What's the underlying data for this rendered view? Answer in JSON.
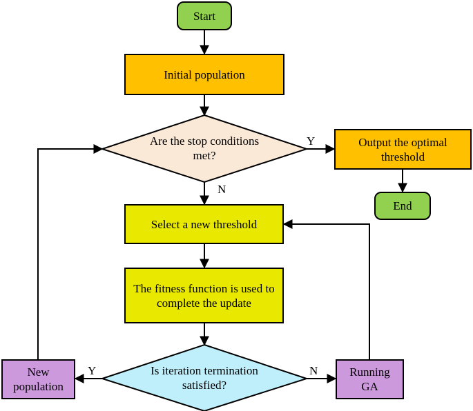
{
  "nodes": {
    "start": "Start",
    "initial_population": "Initial population",
    "stop_decision": "Are the stop conditions met?",
    "output": "Output the optimal threshold",
    "end": "End",
    "select_threshold": "Select a new threshold",
    "fitness": "The fitness function is used to complete the update",
    "iteration_decision": "Is iteration termination satisfied?",
    "new_population": "New population",
    "running_ga": "Running GA"
  },
  "edge_labels": {
    "stop_yes": "Y",
    "stop_no": "N",
    "iter_yes": "Y",
    "iter_no": "N"
  },
  "colors": {
    "terminal": "#92d050",
    "process_orange": "#ffc000",
    "process_yellow": "#e8e800",
    "decision_top": "#fbe9d8",
    "decision_bottom": "#bfeffb",
    "side_box": "#cc99dd"
  }
}
